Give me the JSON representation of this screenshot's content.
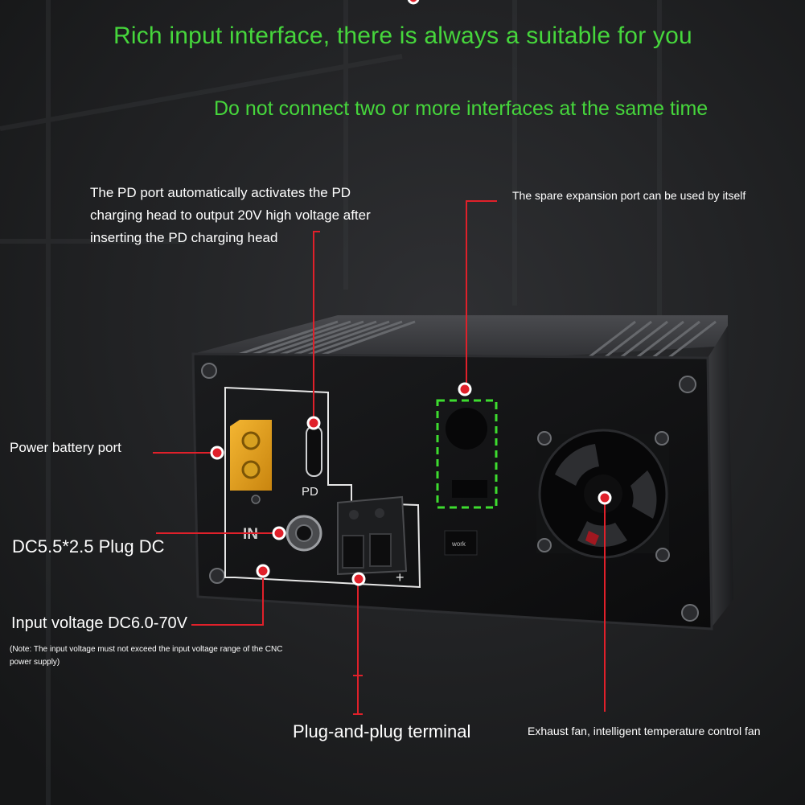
{
  "headline": "Rich input interface, there is always a suitable for you",
  "warning": "Do not connect two or more interfaces at the same time",
  "callouts": {
    "pd_port_line1": "The PD port automatically activates the PD",
    "pd_port_line2": "charging head to output 20V high voltage after",
    "pd_port_line3": "inserting the PD charging head",
    "spare_port": "The spare expansion port can be used by itself",
    "battery_port": "Power battery port",
    "dc_plug": "DC5.5*2.5 Plug DC",
    "input_voltage": "Input voltage DC6.0-70V",
    "note_line1": "(Note: The input voltage must not exceed the input voltage range of the CNC",
    "note_line2": "power supply)",
    "terminal": "Plug-and-plug terminal",
    "fan": "Exhaust fan, intelligent temperature control fan"
  },
  "panel_labels": {
    "pd": "PD",
    "in": "IN",
    "plus": "+",
    "work": "work"
  },
  "colors": {
    "headline_green": "#46d63c",
    "callout_red": "#e0202a",
    "dashed_green": "#3ddc2f",
    "connector_yellow": "#e8a21a"
  }
}
